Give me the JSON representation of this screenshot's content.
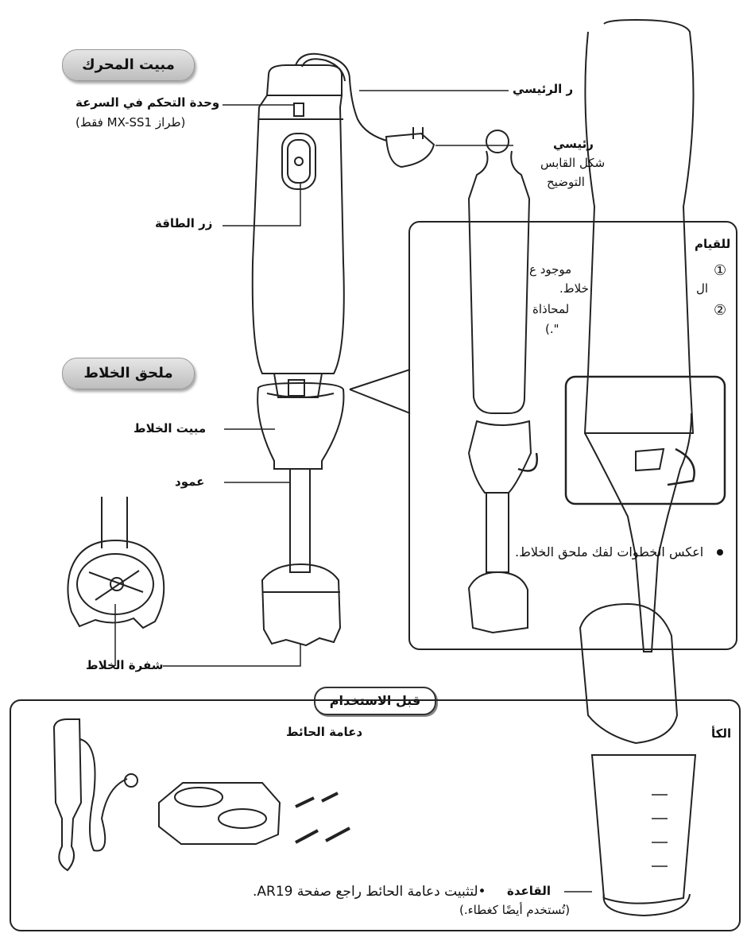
{
  "motor": {
    "section_title": "مبيت المحرك",
    "speed_control": "وحدة التحكم في السرعة",
    "model_note": "(طراز MX-SS1 فقط)",
    "power_button": "زر الطاقة",
    "main_cord": "ر الرئيسي",
    "plug_title": "رئيسي",
    "plug_line1": "شكل القابس",
    "plug_line2": "التوضيح"
  },
  "attachment": {
    "section_title": "ملحق الخلاط",
    "housing": "مبيت الخلاط",
    "shaft": "عمود",
    "blade": "شفرة الخلاط"
  },
  "assembly_box": {
    "heading": "للقيام",
    "step1_a": "موجود ع",
    "step1_b": "خلاط.",
    "step1_c": "ال",
    "step2_a": "لمحاذاة",
    "step2_b": "\".)",
    "step_marker1": "①",
    "step_marker2": "②",
    "note": "اعكس الخطوات لفك ملحق الخلاط."
  },
  "before_use": {
    "section_title": "قبل الاستخدام",
    "wall_bracket": "دعامة الحائط",
    "bracket_note": "•لتثبيت دعامة الحائط راجع صفحة AR19.",
    "cup": "الكأ",
    "base": "القاعدة",
    "base_note": "(تُستخدم أيضًا كغطاء.)"
  }
}
